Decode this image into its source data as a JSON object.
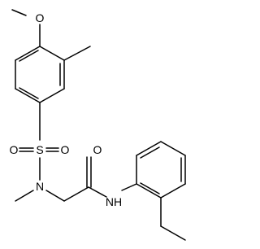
{
  "molecule": {
    "atom_labels": {
      "ether_oxygen": "O",
      "sulfonyl_oxygen_left": "O",
      "sulfonyl_oxygen_right": "O",
      "sulfur": "S",
      "sulfonamide_nitrogen": "N",
      "carbonyl_oxygen": "O",
      "amide_nitrogen": "NH"
    },
    "colors": {
      "bond": "#000000",
      "label": "#000000",
      "background": "#ffffff"
    }
  }
}
